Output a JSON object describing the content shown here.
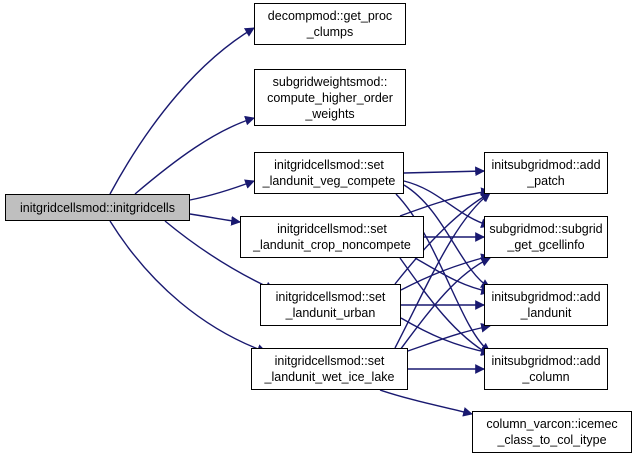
{
  "colors": {
    "edge": "#191970",
    "root_fill": "#bfbfbf",
    "node_border": "#000000"
  },
  "nodes": {
    "root": "initgridcellsmod::initgridcells",
    "get_proc_clumps": "decompmod::get_proc\n_clumps",
    "compute_higher_order_weights": "subgridweightsmod::\ncompute_higher_order\n_weights",
    "set_landunit_veg_compete": "initgridcellsmod::set\n_landunit_veg_compete",
    "set_landunit_crop_noncompete": "initgridcellsmod::set\n_landunit_crop_noncompete",
    "set_landunit_urban": "initgridcellsmod::set\n_landunit_urban",
    "set_landunit_wet_ice_lake": "initgridcellsmod::set\n_landunit_wet_ice_lake",
    "add_patch": "initsubgridmod::add\n_patch",
    "subgrid_get_gcellinfo": "subgridmod::subgrid\n_get_gcellinfo",
    "add_landunit": "initsubgridmod::add\n_landunit",
    "add_column": "initsubgridmod::add\n_column",
    "icemec_class_to_col_itype": "column_varcon::icemec\n_class_to_col_itype"
  }
}
